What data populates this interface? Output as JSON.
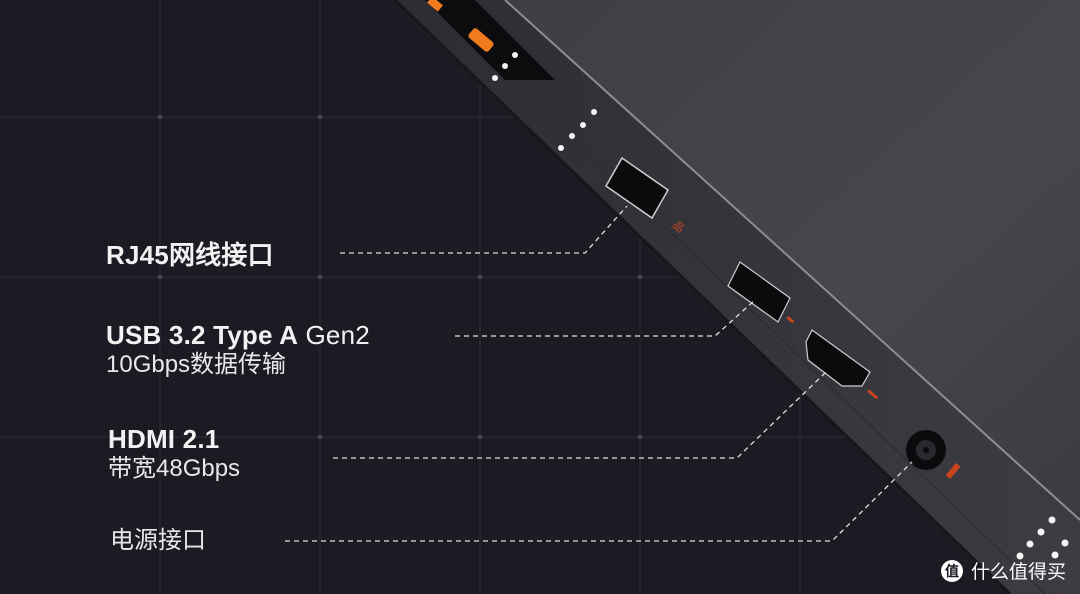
{
  "labels": {
    "rj45": {
      "title": "RJ45网线接口"
    },
    "usb": {
      "title_bold": "USB 3.2 Type A",
      "title_light": " Gen2",
      "subtitle": "10Gbps数据传输"
    },
    "hdmi": {
      "title": "HDMI 2.1",
      "subtitle": "带宽48Gbps"
    },
    "power": {
      "title": "电源接口"
    }
  },
  "port_icons": {
    "rj45": "network-icon",
    "usb": "usb-icon",
    "hdmi": "hdmi-icon",
    "power": "dc-power-icon"
  },
  "watermark": {
    "logo_char": "值",
    "text": "什么值得买"
  },
  "colors": {
    "background": "#1b1b23",
    "laptop_body": "#3a3b41",
    "port_label_accent": "#c8441e",
    "vent_accent": "#f07a1e",
    "text": "#f2f2f2"
  }
}
